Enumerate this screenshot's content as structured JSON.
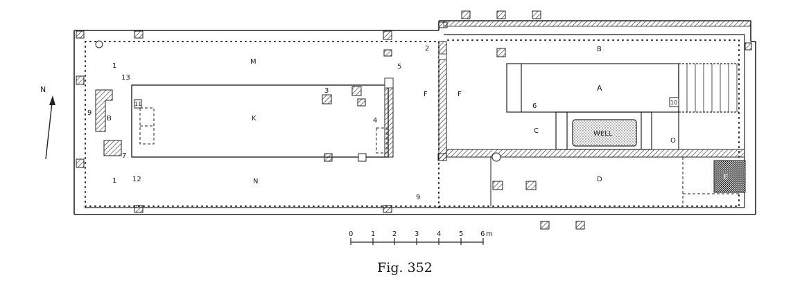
{
  "figure": {
    "caption": "Fig. 352"
  },
  "compass": {
    "label": "N"
  },
  "scale": {
    "ticks": [
      "0",
      "1",
      "2",
      "3",
      "4",
      "5",
      "6"
    ],
    "unit": "m"
  },
  "rooms": {
    "a": "A",
    "b": "B",
    "c": "C",
    "d": "D",
    "e": "E",
    "f_left": "F",
    "f_right": "F",
    "k": "K",
    "m": "M",
    "n": "N",
    "o": "O",
    "b_west": "B",
    "well": "WELL"
  },
  "numbers": {
    "n1_top": "1",
    "n1_bottom": "1",
    "n2": "2",
    "n3": "3",
    "n4": "4",
    "n5": "5",
    "n6": "6",
    "n7": "7",
    "n9_west": "9",
    "n9_south": "9",
    "n10": "10",
    "n11": "11",
    "n12": "12",
    "n13": "13"
  }
}
